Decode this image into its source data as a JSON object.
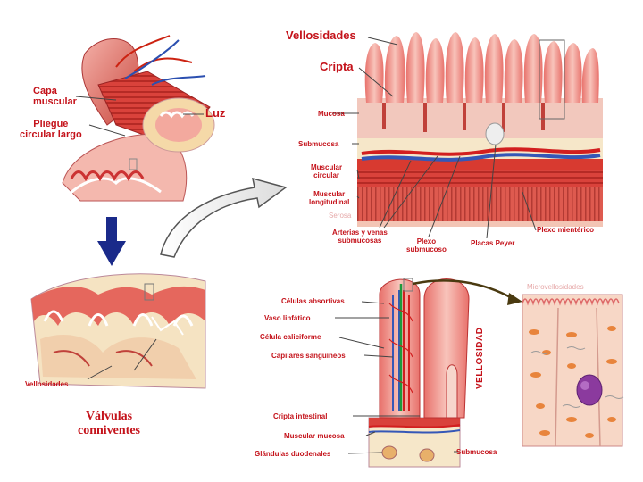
{
  "labels": {
    "capa_muscular": "Capa\nmuscular",
    "luz": "Luz",
    "pliegue_circular": "Pliegue\ncircular largo",
    "vellosidades_top": "Vellosidades",
    "cripta": "Cripta",
    "mucosa": "Mucosa",
    "submucosa": "Submucosa",
    "muscular_circular": "Muscular\ncircular",
    "muscular_longitudinal": "Muscular\nlongitudinal",
    "serosa": "Serosa",
    "arterias_venas": "Arterias y venas\nsubmucosas",
    "plexo_submucoso": "Plexo\nsubmucoso",
    "placas_peyer": "Placas Peyer",
    "plexo_mienterico": "Plexo mientérico",
    "vellosidades_left": "Vellosidades",
    "valvulas_conniventes": "Válvulas\nconniventes",
    "celulas_absortivas": "Células absortivas",
    "vaso_linfatico": "Vaso linfático",
    "celula_caliciforme": "Célula caliciforme",
    "capilares": "Capilares sanguíneos",
    "cripta_intestinal": "Cripta intestinal",
    "muscular_mucosa": "Muscular mucosa",
    "glandulas_duodenales": "Glándulas duodenales",
    "submucosa_bottom": "Submucosa",
    "vellosidad": "VELLOSIDAD",
    "microvellosidades": "Microvellosidades"
  },
  "colors": {
    "label_red": "#c4121a",
    "tissue_pink": "#f2a3a0",
    "muscle_red": "#d9423b",
    "submucosa_cream": "#f6e7c9",
    "artery_red": "#d21f1f",
    "vein_blue": "#3557b7",
    "arrow_navy": "#1a2a8a"
  },
  "icons": {
    "down_arrow": "thick-down-arrow-icon",
    "curved_arrow": "curved-outline-arrow-icon"
  }
}
